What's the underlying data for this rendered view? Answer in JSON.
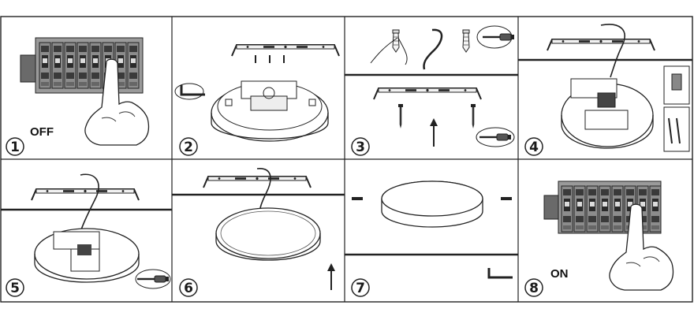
{
  "steps": [
    {
      "number": "1",
      "label": "OFF"
    },
    {
      "number": "2",
      "label": ""
    },
    {
      "number": "3",
      "label": ""
    },
    {
      "number": "4",
      "label": ""
    },
    {
      "number": "5",
      "label": ""
    },
    {
      "number": "6",
      "label": ""
    },
    {
      "number": "7",
      "label": ""
    },
    {
      "number": "8",
      "label": "ON"
    }
  ]
}
